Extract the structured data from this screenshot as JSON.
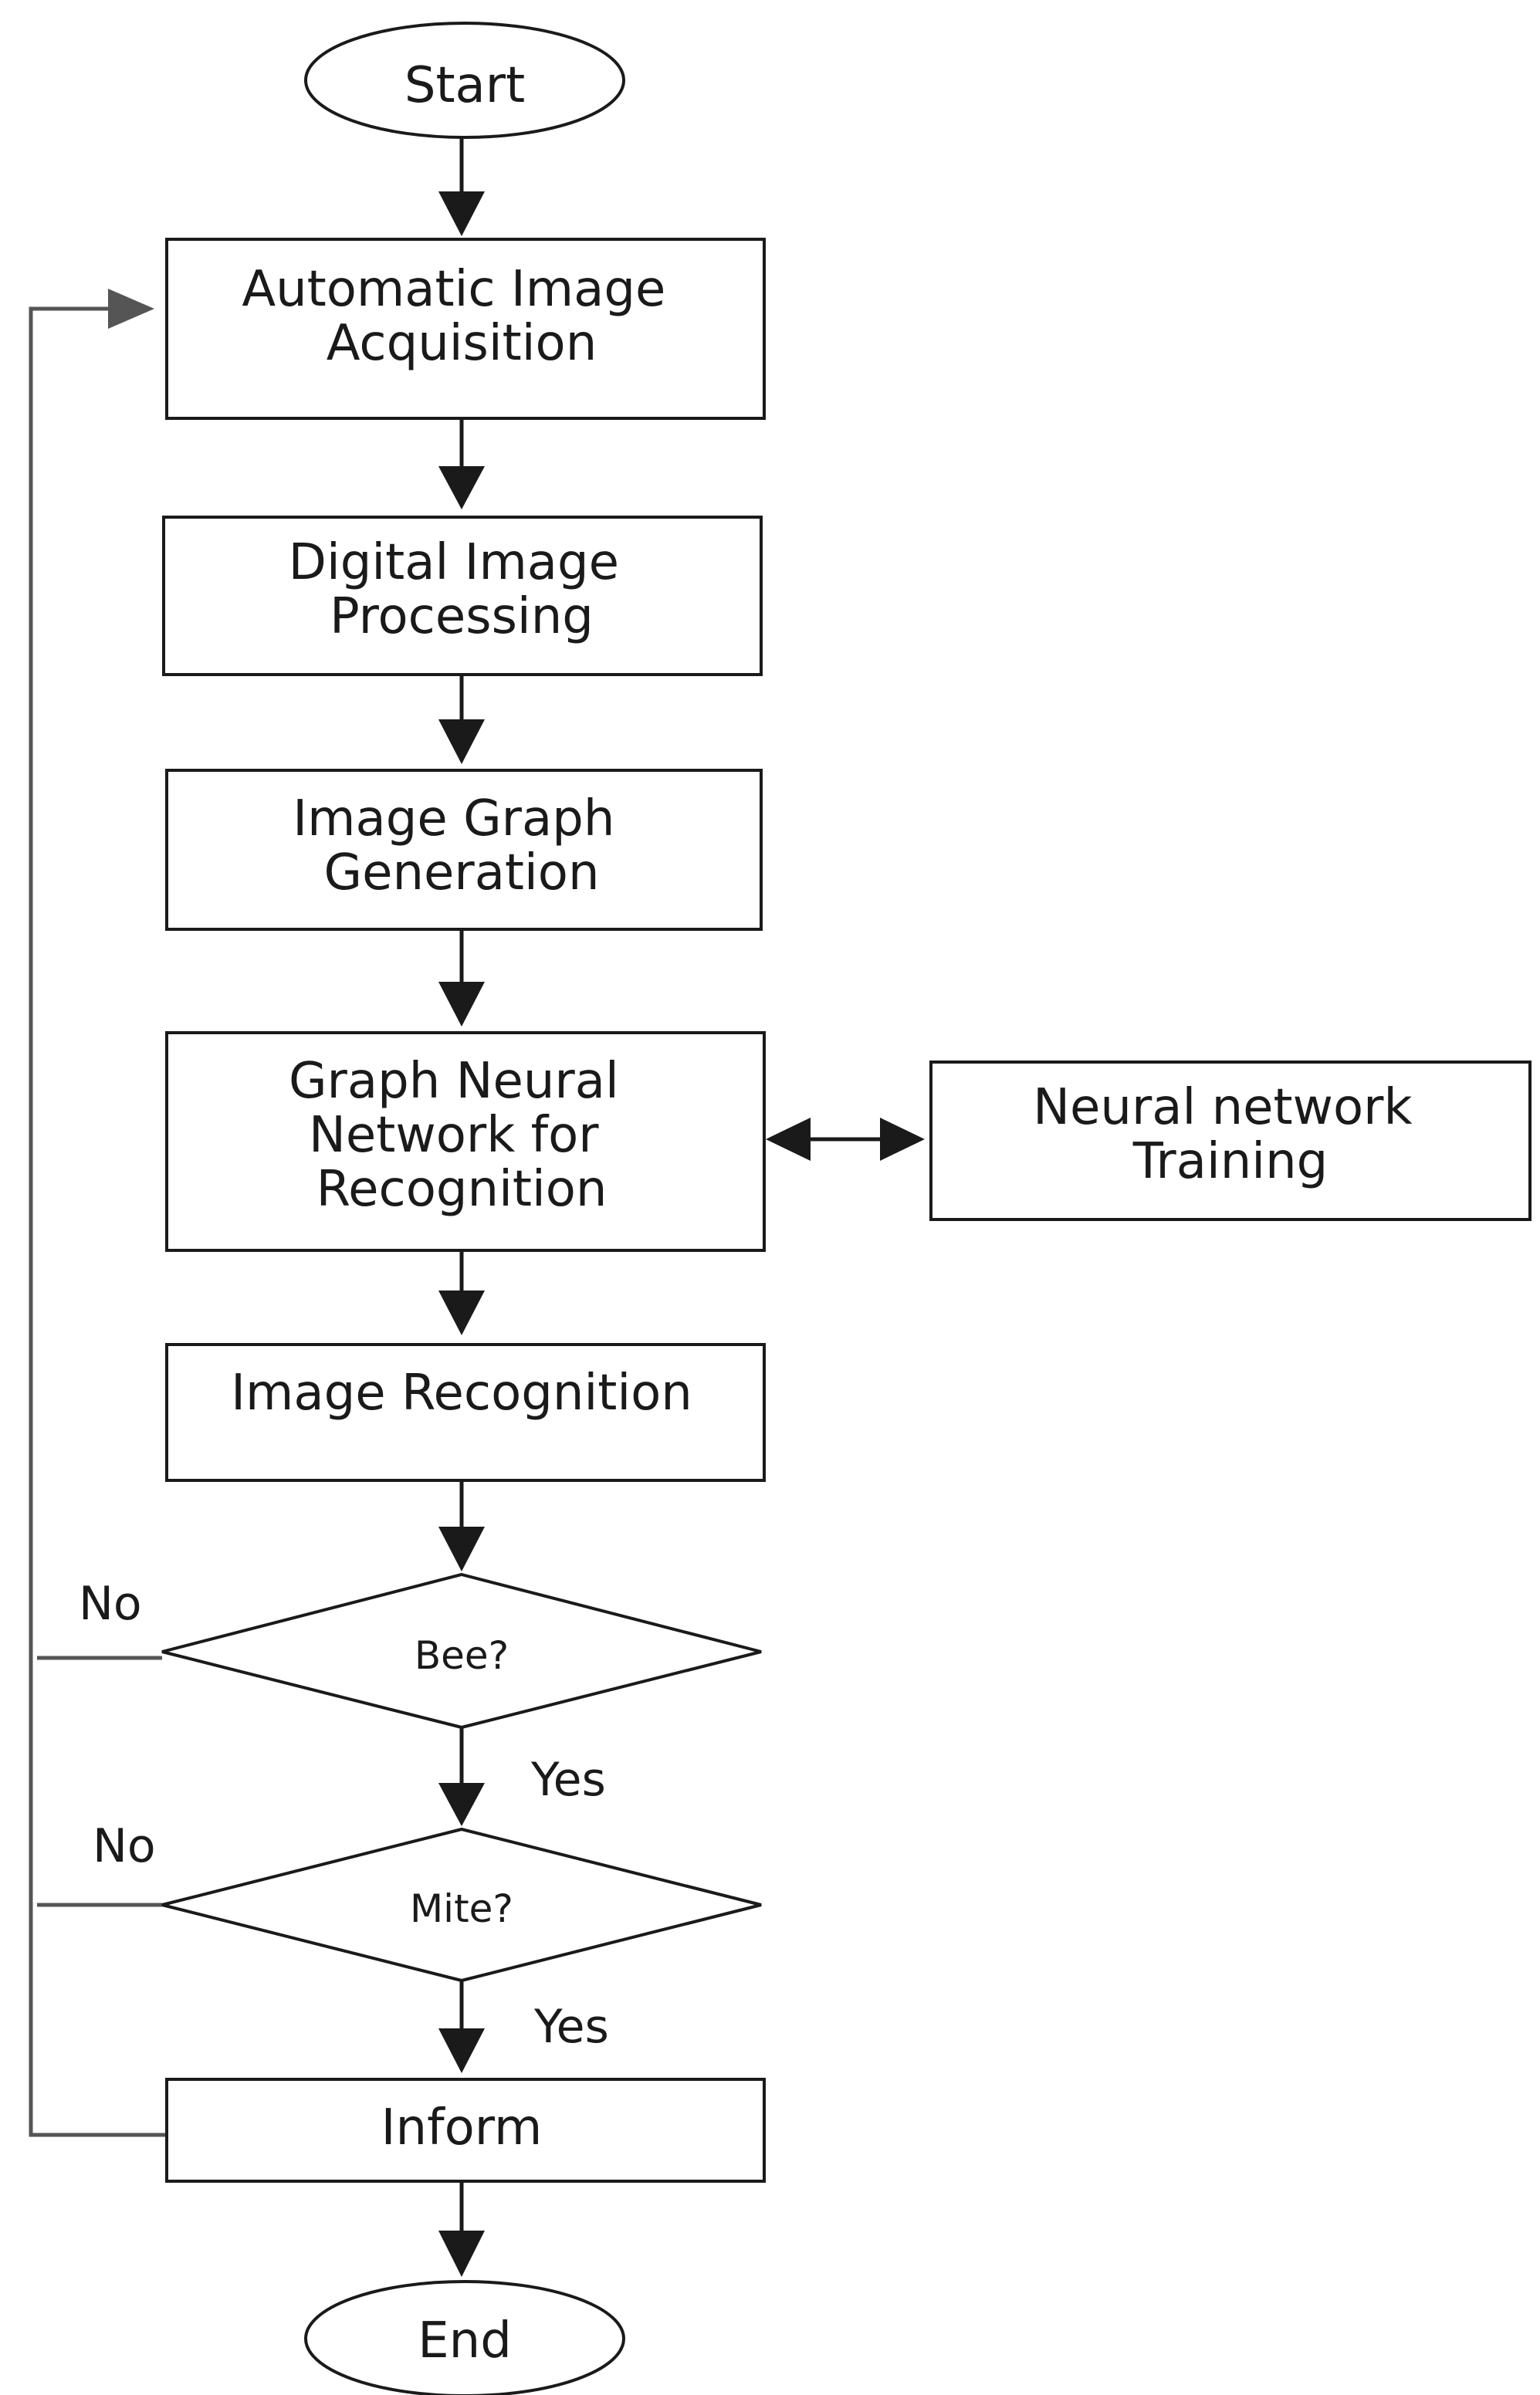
{
  "nodes": {
    "start": "Start",
    "acquisition": [
      "Automatic Image",
      "Acquisition"
    ],
    "processing": [
      "Digital Image",
      "Processing"
    ],
    "graph_generation": [
      "Image Graph",
      "Generation"
    ],
    "gnn": [
      "Graph Neural",
      "Network for",
      "Recognition"
    ],
    "training": [
      "Neural network",
      "Training"
    ],
    "recognition": "Image Recognition",
    "bee_decision": "Bee?",
    "mite_decision": "Mite?",
    "inform": "Inform",
    "end": "End"
  },
  "edge_labels": {
    "bee_no": "No",
    "bee_yes": "Yes",
    "mite_no": "No",
    "mite_yes": "Yes"
  }
}
